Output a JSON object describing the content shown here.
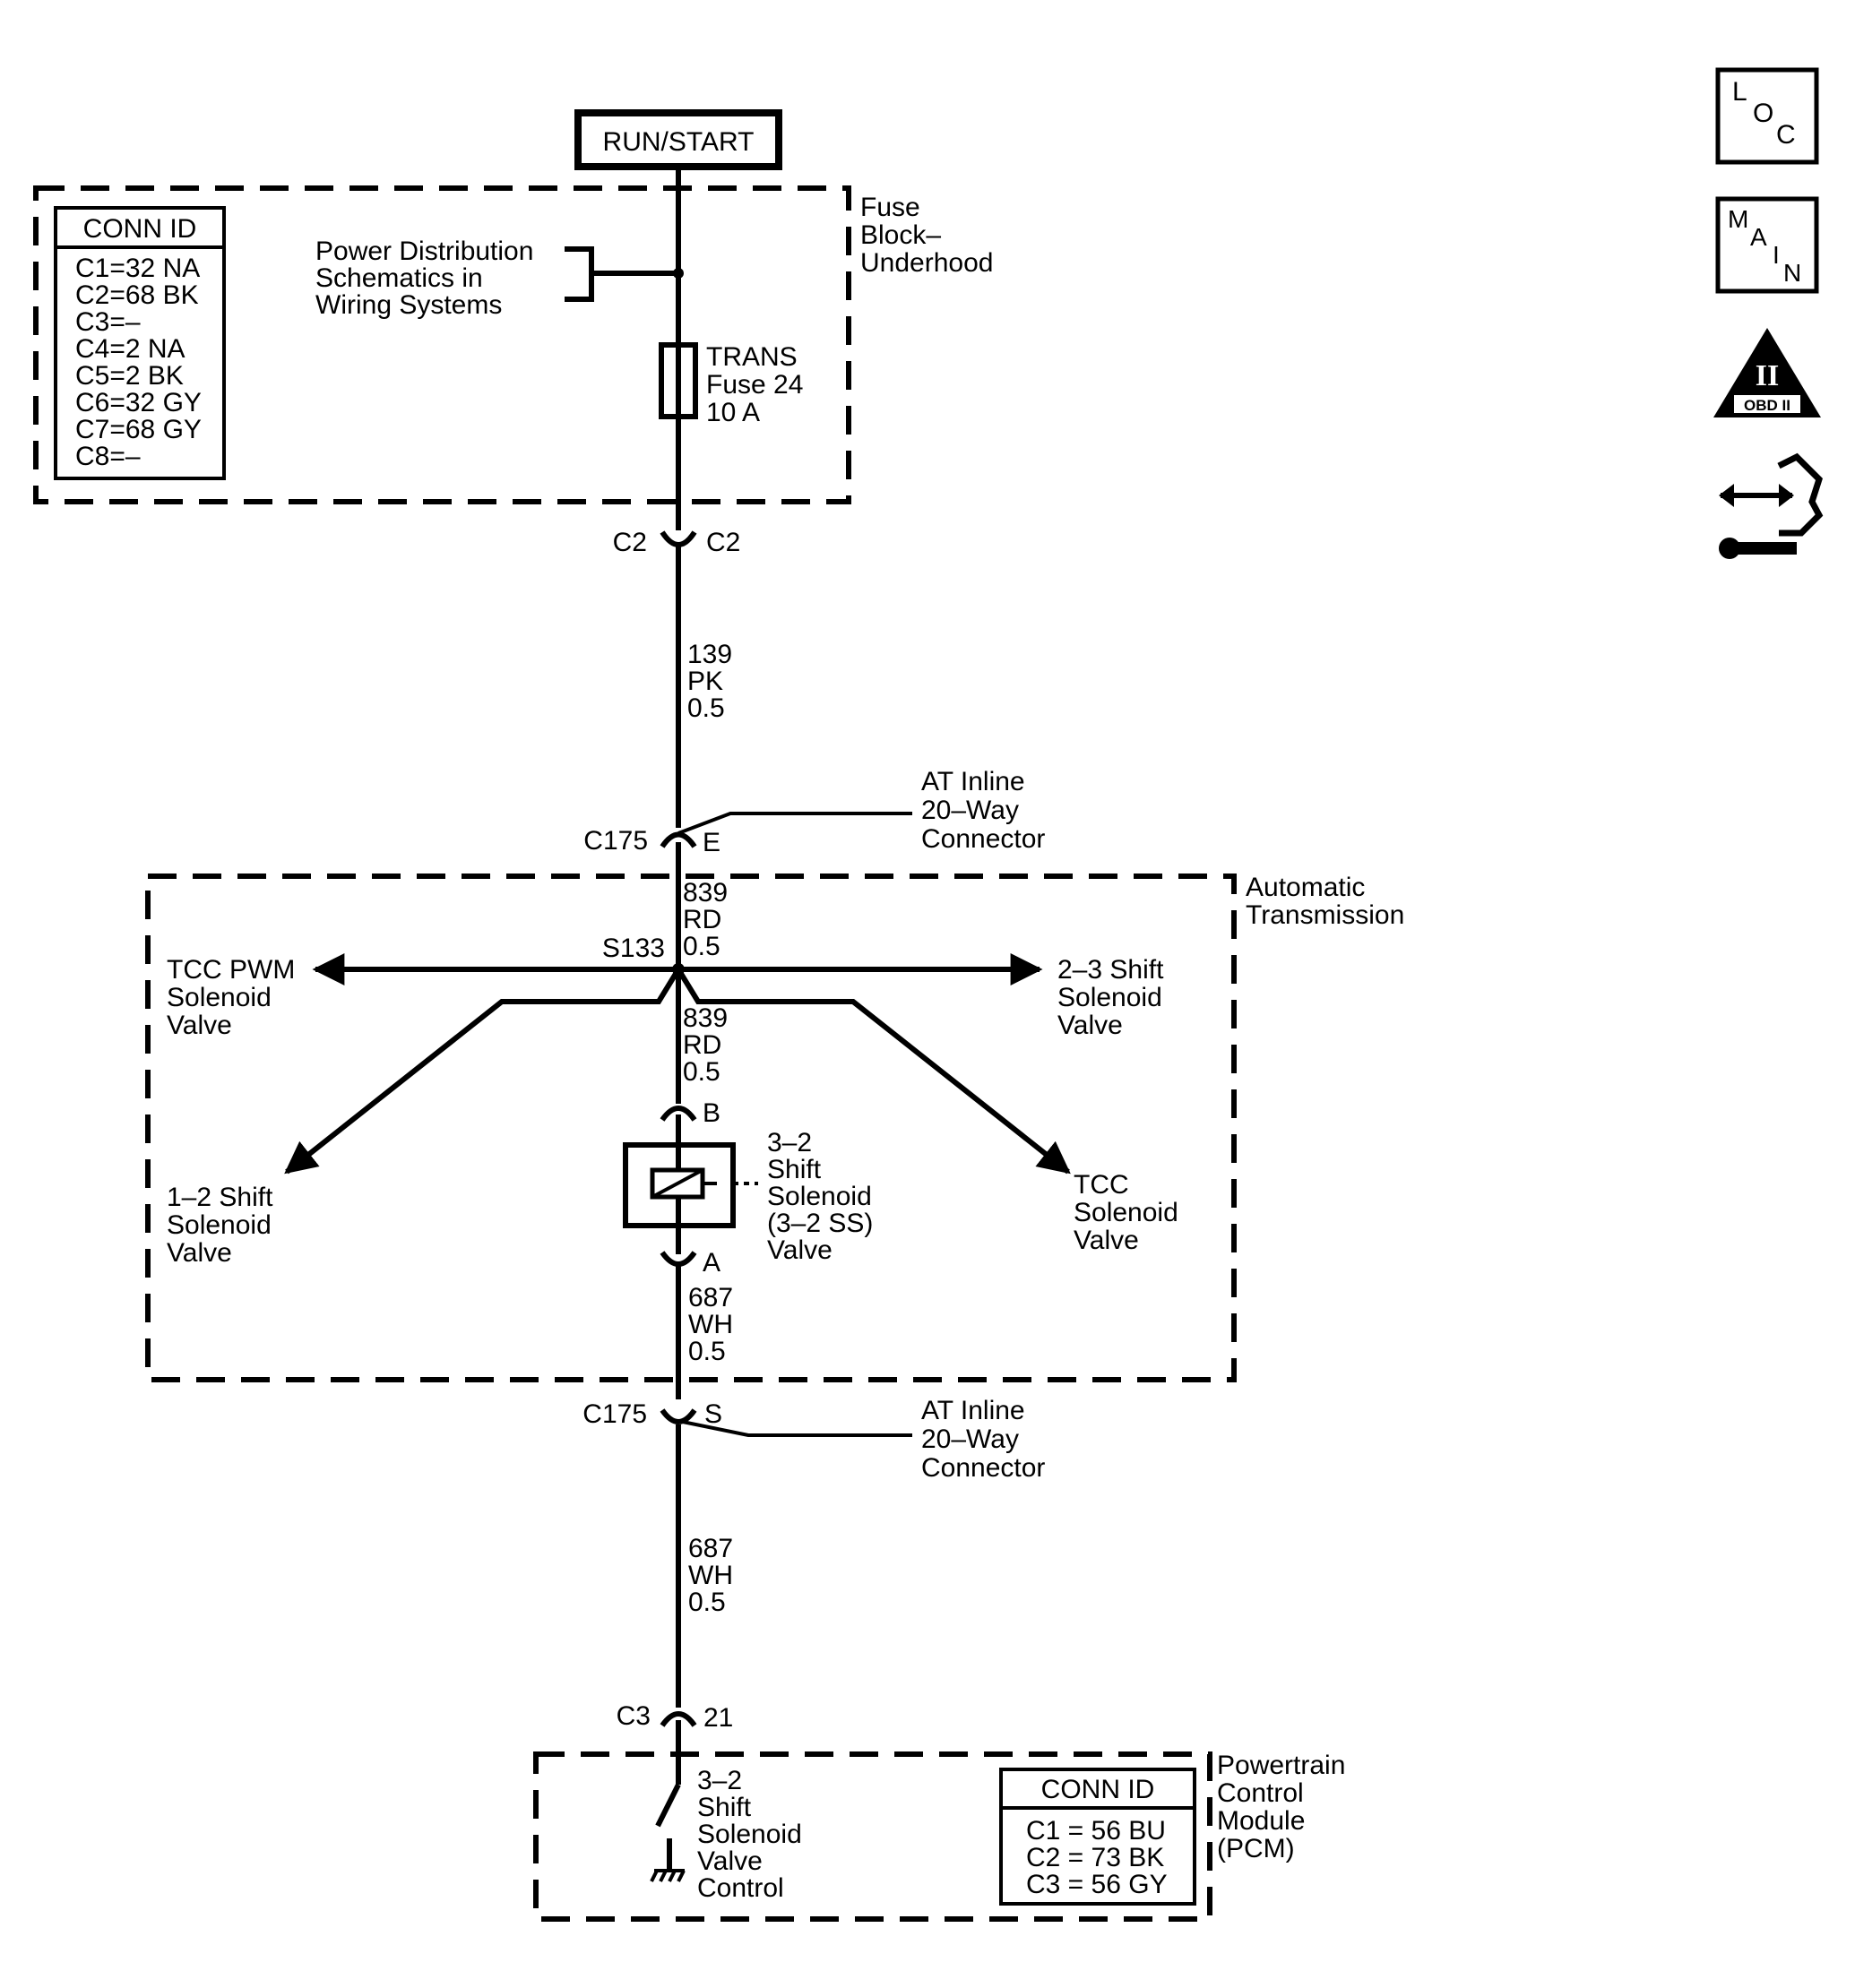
{
  "power": {
    "label": "RUN/START"
  },
  "fuse_block": {
    "title_lines": [
      "Fuse",
      "Block–",
      "Underhood"
    ],
    "conn_id": {
      "header": "CONN ID",
      "lines": [
        "C1=32 NA",
        "C2=68 BK",
        "C3=–",
        "C4=2 NA",
        "C5=2 BK",
        "C6=32 GY",
        "C7=68 GY",
        "C8=–"
      ]
    },
    "power_dist_lines": [
      "Power Distribution",
      "Schematics in",
      "Wiring Systems"
    ],
    "fuse_lines": [
      "TRANS",
      "Fuse 24",
      "10 A"
    ]
  },
  "connectors": {
    "c2_left": "C2",
    "c2_right": "C2",
    "c175_top": "C175",
    "c175_top_pin": "E",
    "c175_bottom": "C175",
    "c175_bottom_pin": "S",
    "c3": "C3",
    "c3_pin": "21",
    "solenoid_pin_b": "B",
    "solenoid_pin_a": "A",
    "inline_top_lines": [
      "AT Inline",
      "20–Way",
      "Connector"
    ],
    "inline_bottom_lines": [
      "AT Inline",
      "20–Way",
      "Connector"
    ]
  },
  "wires": {
    "w1": [
      "139",
      "PK",
      "0.5"
    ],
    "w2": [
      "839",
      "RD",
      "0.5"
    ],
    "w3": [
      "839",
      "RD",
      "0.5"
    ],
    "w4": [
      "687",
      "WH",
      "0.5"
    ],
    "w5": [
      "687",
      "WH",
      "0.5"
    ]
  },
  "splice": {
    "label": "S133"
  },
  "transmission": {
    "title_lines": [
      "Automatic",
      "Transmission"
    ],
    "tcc_pwm_lines": [
      "TCC PWM",
      "Solenoid",
      "Valve"
    ],
    "shift23_lines": [
      "2–3 Shift",
      "Solenoid",
      "Valve"
    ],
    "shift12_lines": [
      "1–2 Shift",
      "Solenoid",
      "Valve"
    ],
    "tcc_lines": [
      "TCC",
      "Solenoid",
      "Valve"
    ],
    "solenoid32_lines": [
      "3–2",
      "Shift",
      "Solenoid",
      "(3–2 SS)",
      "Valve"
    ]
  },
  "pcm": {
    "title_lines": [
      "Powertrain",
      "Control",
      "Module",
      "(PCM)"
    ],
    "control_lines": [
      "3–2",
      "Shift",
      "Solenoid",
      "Valve",
      "Control"
    ],
    "conn_id": {
      "header": "CONN ID",
      "lines": [
        "C1 = 56 BU",
        "C2 = 73 BK",
        "C3 = 56 GY"
      ]
    }
  },
  "side_icons": [
    "loc-icon",
    "main-icon",
    "obd-ii-icon",
    "diagnostic-connector-icon"
  ],
  "icon_text": {
    "loc": [
      "L",
      "O",
      "C"
    ],
    "main": [
      "M",
      "A",
      "I",
      "N"
    ],
    "obd_numeral": "II",
    "obd_label": "OBD II"
  }
}
